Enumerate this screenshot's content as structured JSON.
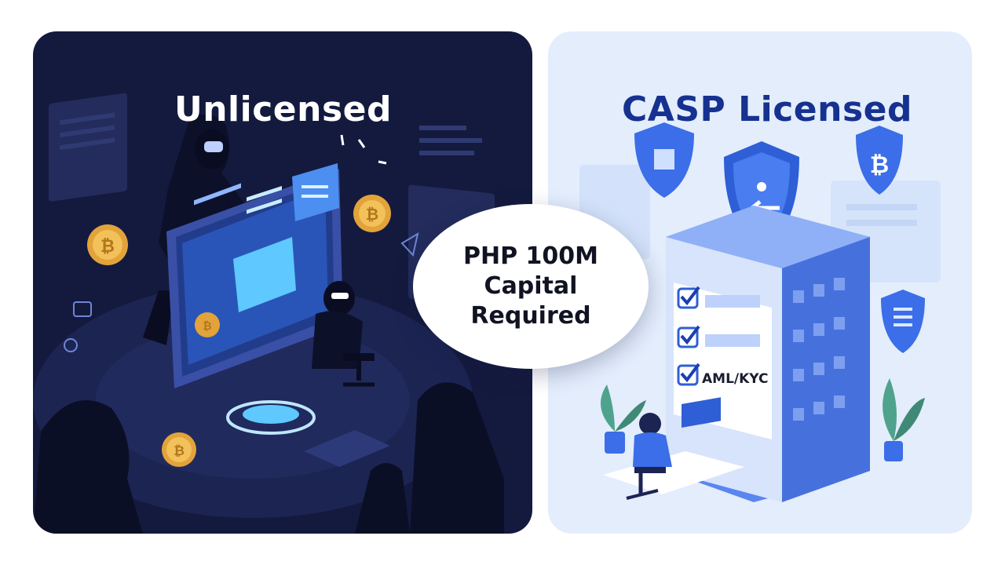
{
  "left_panel": {
    "title": "Unlicensed",
    "icons": [
      "hooded-hacker-icon",
      "computer-monitor-icon",
      "bitcoin-coin-icon",
      "office-chair-icon"
    ]
  },
  "right_panel": {
    "title": "CASP Licensed",
    "icons": [
      "shield-icon",
      "bitcoin-shield-icon",
      "office-building-icon",
      "checkbox-icon",
      "plant-icon",
      "office-worker-icon"
    ],
    "checklist_label": "AML/KYC"
  },
  "center_badge": {
    "line1": "PHP 100M",
    "line2": "Capital",
    "line3": "Required"
  },
  "colors": {
    "left_background": "#141a3e",
    "right_background": "#e3edfc",
    "accent_blue": "#3b6ee8",
    "coin_gold": "#e2a33a",
    "screen_glow": "#5ec8ff"
  }
}
